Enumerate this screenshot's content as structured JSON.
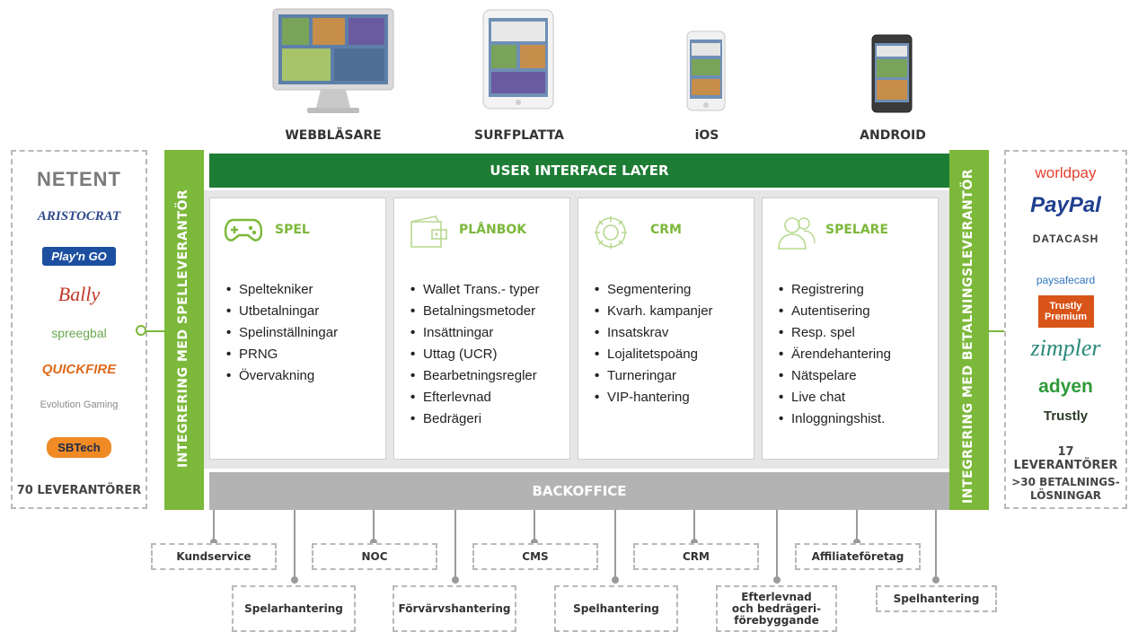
{
  "devices": [
    {
      "label": "WEBBLÄSARE",
      "icon": "desktop-monitor-icon"
    },
    {
      "label": "SURFPLATTA",
      "icon": "tablet-icon"
    },
    {
      "label": "iOS",
      "icon": "iphone-icon"
    },
    {
      "label": "ANDROID",
      "icon": "android-phone-icon"
    }
  ],
  "ui_layer": "USER INTERFACE LAYER",
  "backoffice": "BACKOFFICE",
  "left_bar": "INTEGRERING MED SPELLEVERANTÖR",
  "right_bar": "INTEGRERING MED BETALNINGSLEVERANTÖR",
  "game_providers": {
    "logos": [
      "NETENT",
      "ARISTOCRAT",
      "Play'n GO",
      "Bally",
      "spreegbal",
      "QUICKFIRE",
      "Evolution Gaming",
      "SBTech"
    ],
    "caption": "70 LEVERANTÖRER"
  },
  "payment_providers": {
    "logos": [
      "worldpay",
      "PayPal",
      "DATACASH",
      "paysafecard",
      "Trustly Premium",
      "zimpler",
      "adyen",
      "Trustly"
    ],
    "caption1": "17 LEVERANTÖRER",
    "caption2": ">30 BETALNINGS-",
    "caption3": "LÖSNINGAR"
  },
  "modules": [
    {
      "title": "SPEL",
      "icon": "gamepad-icon",
      "items": [
        "Speltekniker",
        "Utbetalningar",
        "Spelinställningar",
        "PRNG",
        "Övervakning"
      ]
    },
    {
      "title": "PLÅNBOK",
      "icon": "wallet-icon",
      "items": [
        "Wallet Trans.- typer",
        "Betalningsmetoder",
        "Insättningar",
        "Uttag (UCR)",
        "Bearbetningsregler",
        "Efterlevnad",
        "Bedrägeri"
      ]
    },
    {
      "title": "CRM",
      "icon": "crm-gear-icon",
      "items": [
        "Segmentering",
        "Kvarh. kampanjer",
        "Insatskrav",
        "Lojalitetspoäng",
        "Turneringar",
        "VIP-hantering"
      ]
    },
    {
      "title": "SPELARE",
      "icon": "players-icon",
      "items": [
        "Registrering",
        "Autentisering",
        "Resp. spel",
        "Ärendehantering",
        "Nätspelare",
        "Live chat",
        "Inloggningshist."
      ]
    }
  ],
  "services_top": [
    "Kundservice",
    "NOC",
    "CMS",
    "CRM",
    "Affiliateföretag"
  ],
  "services_bottom": [
    "Spelarhantering",
    "Förvärvshantering",
    "Spelhantering",
    "Efterlevnad och bedrägeri-förebyggande",
    "Spelhantering"
  ],
  "colors": {
    "dark_green": "#1e7d35",
    "light_green": "#7cb83a",
    "grey": "#b3b3b3"
  }
}
